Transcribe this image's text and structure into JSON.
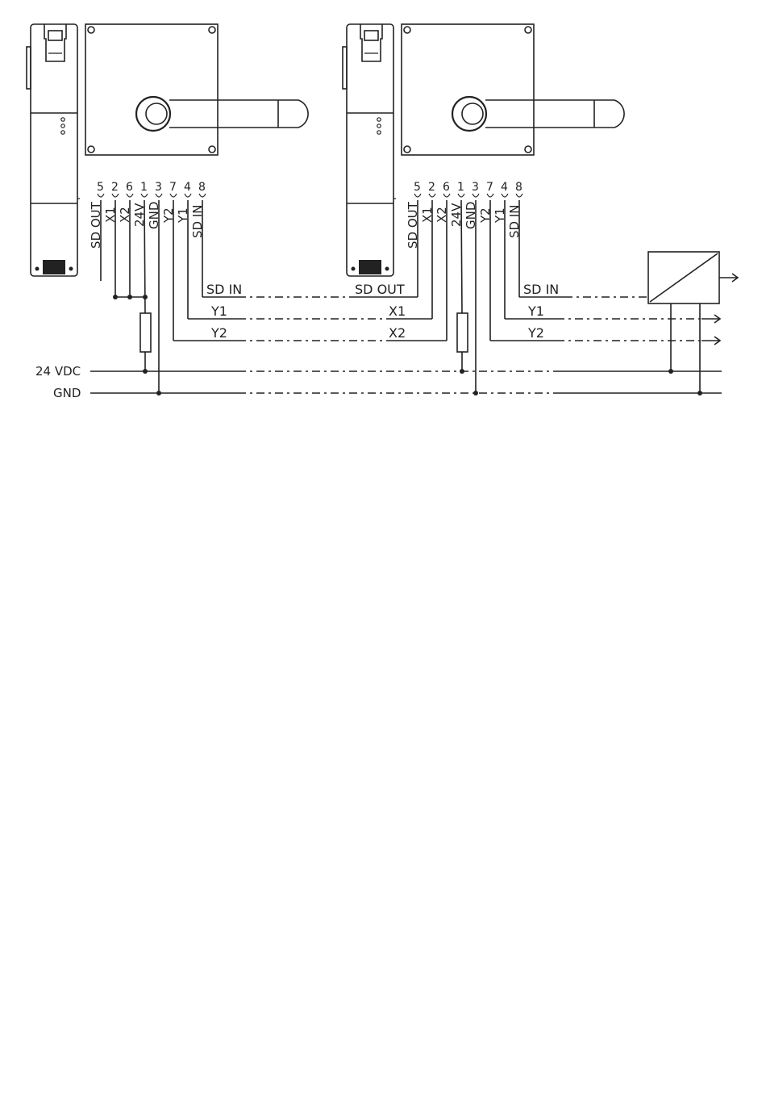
{
  "devices": [
    {
      "name": "lock-1",
      "pins": [
        {
          "num": "5",
          "signal": "SD OUT"
        },
        {
          "num": "2",
          "signal": "X1"
        },
        {
          "num": "6",
          "signal": "X2"
        },
        {
          "num": "1",
          "signal": "24V"
        },
        {
          "num": "3",
          "signal": "GND"
        },
        {
          "num": "7",
          "signal": "Y2"
        },
        {
          "num": "4",
          "signal": "Y1"
        },
        {
          "num": "8",
          "signal": "SD IN"
        }
      ],
      "wires": {
        "sd_in": "SD IN",
        "y1": "Y1",
        "y2": "Y2"
      }
    },
    {
      "name": "lock-2",
      "pins": [
        {
          "num": "5",
          "signal": "SD OUT"
        },
        {
          "num": "2",
          "signal": "X1"
        },
        {
          "num": "6",
          "signal": "X2"
        },
        {
          "num": "1",
          "signal": "24V"
        },
        {
          "num": "3",
          "signal": "GND"
        },
        {
          "num": "7",
          "signal": "Y2"
        },
        {
          "num": "4",
          "signal": "Y1"
        },
        {
          "num": "8",
          "signal": "SD IN"
        }
      ],
      "wires": {
        "sd_out": "SD OUT",
        "x1": "X1",
        "x2": "X2",
        "sd_in": "SD IN",
        "y1": "Y1",
        "y2": "Y2"
      }
    }
  ],
  "rails": {
    "supply": "24 VDC",
    "ground": "GND"
  },
  "colors": {
    "line": "#222222",
    "background": "#ffffff"
  }
}
